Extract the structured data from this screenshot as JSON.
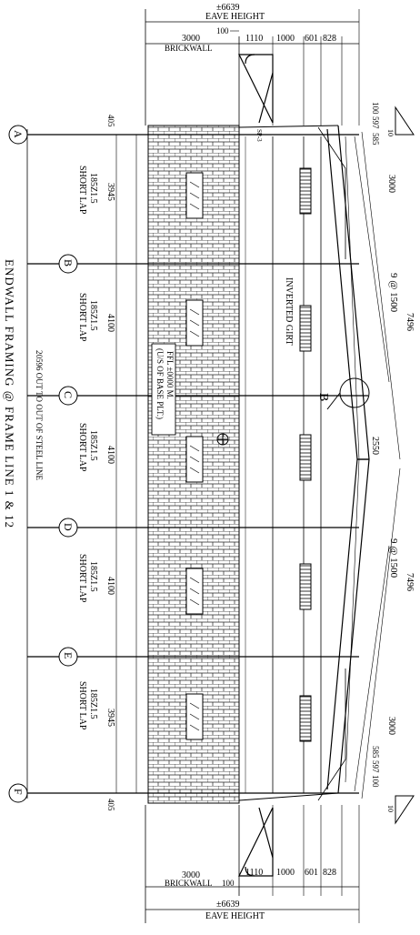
{
  "title": "ENDWALL FRAMING @ FRAME LINE 1 & 12",
  "overall_dimension": "20596 OUT TO OUT OF STEEL LINE",
  "gridlines": [
    {
      "label": "A"
    },
    {
      "label": "B"
    },
    {
      "label": "C"
    },
    {
      "label": "D"
    },
    {
      "label": "E"
    },
    {
      "label": "F"
    }
  ],
  "bays": [
    {
      "span": "3945",
      "girt": "185Z1.5",
      "lap": "SHORT LAP"
    },
    {
      "span": "4100",
      "girt": "185Z1.5",
      "lap": "SHORT LAP"
    },
    {
      "span": "4100",
      "girt": "185Z1.5",
      "lap": "SHORT LAP"
    },
    {
      "span": "4100",
      "girt": "185Z1.5",
      "lap": "SHORT LAP"
    },
    {
      "span": "3945",
      "girt": "185Z1.5",
      "lap": "SHORT LAP"
    }
  ],
  "edge_offsets": {
    "top": "405",
    "bottom": "405"
  },
  "eave": {
    "height": "±6639",
    "label": "EAVE HEIGHT"
  },
  "vertical_dims": {
    "brickwall": "3000",
    "brickwall_label": "BRICKWALL",
    "d1": "1110",
    "d2": "1000",
    "d3": "601",
    "d4": "828",
    "offset": "100"
  },
  "rafter": {
    "slope_top": "10",
    "slope_bottom": "10",
    "seg_top": "3000",
    "seg_bottom": "3000",
    "small_top": [
      "100",
      "597",
      "585"
    ],
    "small_bottom": [
      "585",
      "597",
      "100"
    ],
    "spacing_top": "9 @ 1500",
    "spacing_bottom": "9 @ 1500",
    "length_top": "7496",
    "length_bottom": "7496",
    "ridge": "2550"
  },
  "labels": {
    "inverted_girt": "INVERTED GIRT",
    "ffl_line1": "FFL ±0000 M.",
    "ffl_line2": "(U/S OF BASE PLT.)",
    "section_mark": "B",
    "stair_mark": "SP-3"
  }
}
